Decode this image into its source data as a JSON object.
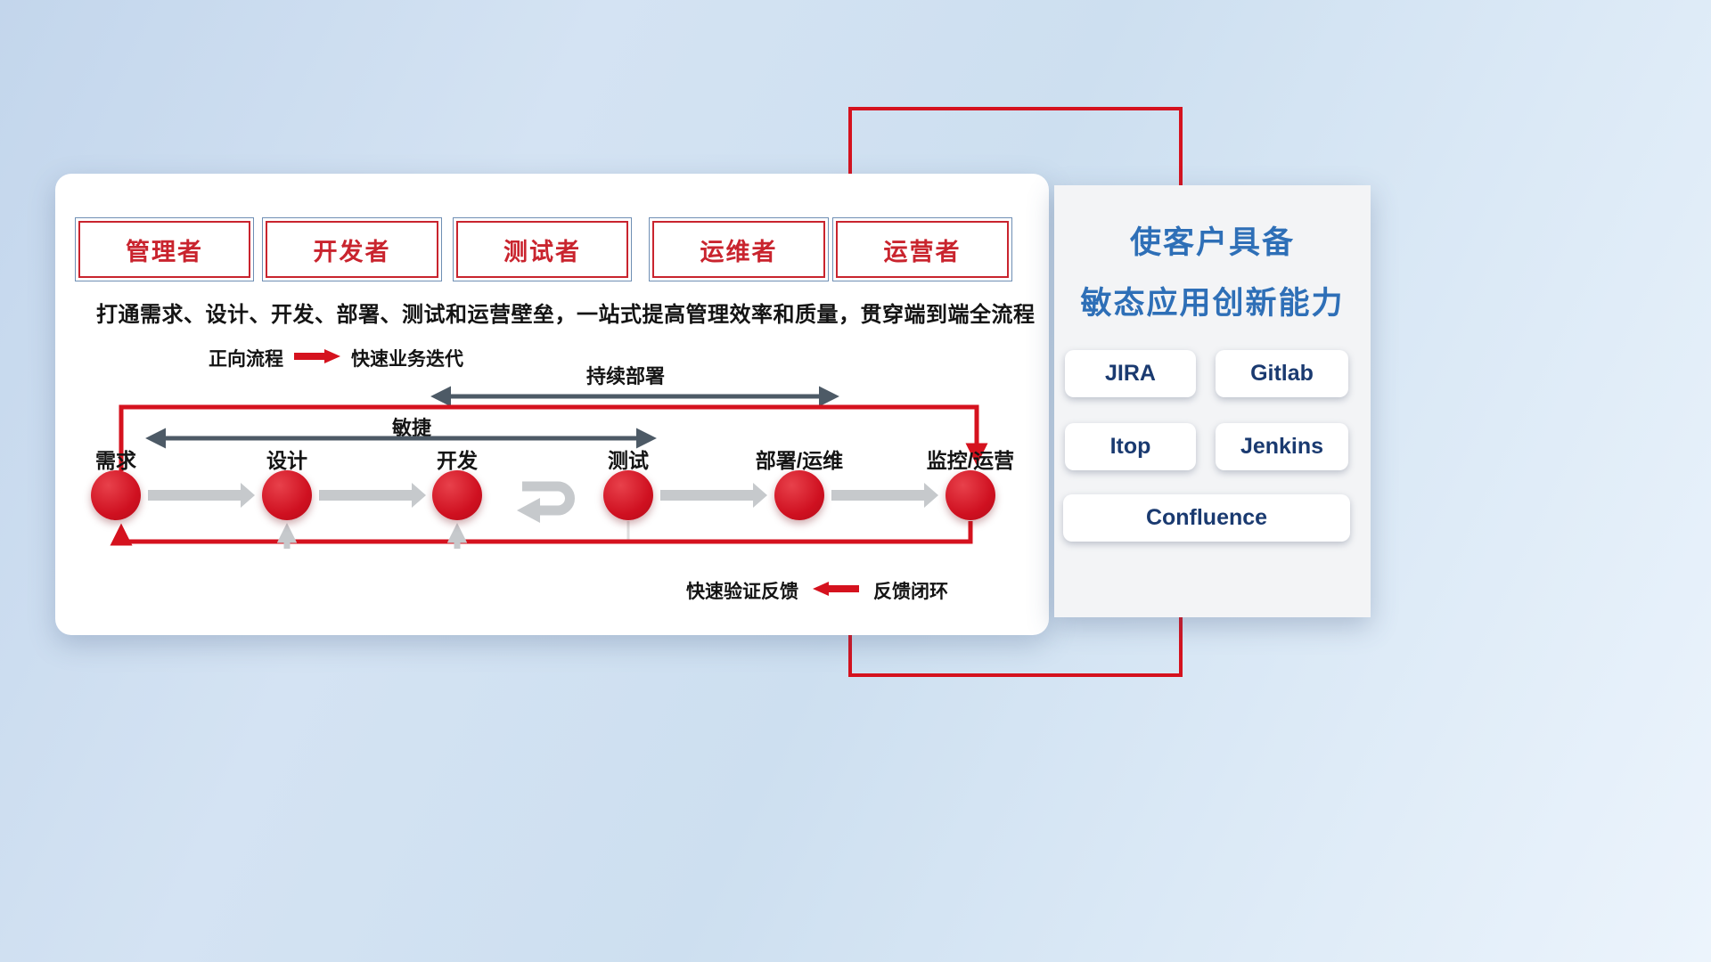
{
  "roles": [
    {
      "label": "管理者"
    },
    {
      "label": "开发者"
    },
    {
      "label": "测试者"
    },
    {
      "label": "运维者"
    },
    {
      "label": "运营者"
    }
  ],
  "subtitle": "打通需求、设计、开发、部署、测试和运营壁垒，一站式提高管理效率和质量，贯穿端到端全流程",
  "legend": {
    "forward_label": "正向流程",
    "forward_desc": "快速业务迭代",
    "feedback_desc": "快速验证反馈",
    "feedback_label": "反馈闭环"
  },
  "spans": {
    "continuous_deploy": "持续部署",
    "agile": "敏捷"
  },
  "nodes": [
    {
      "label": "需求"
    },
    {
      "label": "设计"
    },
    {
      "label": "开发"
    },
    {
      "label": "测试"
    },
    {
      "label": "部署/运维"
    },
    {
      "label": "监控/运营"
    }
  ],
  "panel": {
    "title_line1": "使客户具备",
    "title_line2": "敏态应用创新能力",
    "tools": [
      {
        "label": "JIRA"
      },
      {
        "label": "Gitlab"
      },
      {
        "label": "Itop"
      },
      {
        "label": "Jenkins"
      },
      {
        "label": "Confluence"
      }
    ]
  },
  "colors": {
    "accent_red": "#d5121e",
    "role_red": "#c9242e",
    "title_blue": "#2e6fb7",
    "tool_text_navy": "#1a3a70",
    "dark_arrow": "#4d5a66",
    "gray_arrow": "#c6c9cc"
  }
}
